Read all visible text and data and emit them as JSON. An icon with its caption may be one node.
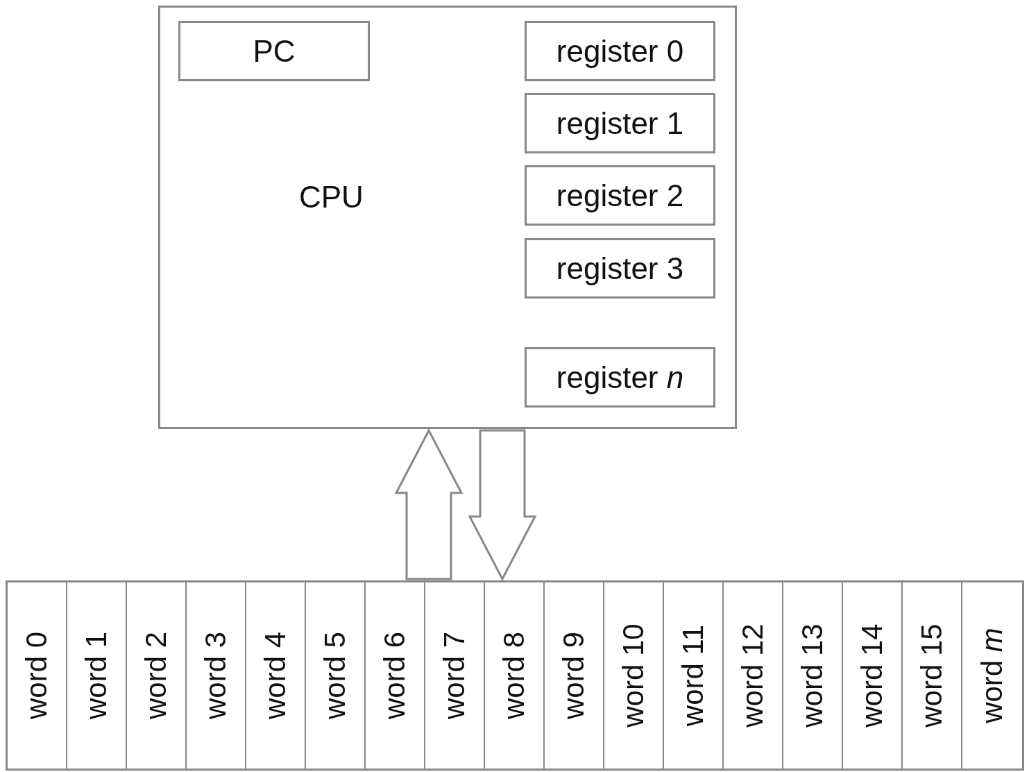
{
  "diagram": {
    "nodes": [
      {
        "text": [
          "CPU"
        ]
      },
      {
        "text": [
          "PC"
        ],
        "in": 0
      },
      {
        "text": [
          "register 0"
        ],
        "in": 0
      },
      {
        "text": [
          "register 1"
        ],
        "in": 0
      },
      {
        "text": [
          "register 2"
        ],
        "in": 0
      },
      {
        "text": [
          "register 3"
        ],
        "in": 0
      },
      {
        "text": [
          "register *n*"
        ],
        "in": 0
      },
      {
        "text": [],
        "shape": "bar"
      },
      {
        "text": [
          "word 0"
        ],
        "in": 7
      },
      {
        "text": [
          "word 1"
        ],
        "in": 7
      },
      {
        "text": [
          "word 2"
        ],
        "in": 7
      },
      {
        "text": [
          "word 3"
        ],
        "in": 7
      },
      {
        "text": [
          "word 4"
        ],
        "in": 7
      },
      {
        "text": [
          "word 5"
        ],
        "in": 7
      },
      {
        "text": [
          "word 6"
        ],
        "in": 7
      },
      {
        "text": [
          "word 7"
        ],
        "in": 7
      },
      {
        "text": [
          "word 8"
        ],
        "in": 7
      },
      {
        "text": [
          "word 9"
        ],
        "in": 7
      },
      {
        "text": [
          "word 10"
        ],
        "in": 7
      },
      {
        "text": [
          "word 11"
        ],
        "in": 7
      },
      {
        "text": [
          "word 12"
        ],
        "in": 7
      },
      {
        "text": [
          "word 13"
        ],
        "in": 7
      },
      {
        "text": [
          "word 14"
        ],
        "in": 7
      },
      {
        "text": [
          "word 15"
        ],
        "in": 7
      },
      {
        "text": [
          "word *m*"
        ],
        "in": 7
      }
    ],
    "edges": [
      {
        "from": 7,
        "to": 0,
        "arrow": "to",
        "style": "thick"
      },
      {
        "from": 0,
        "to": 7,
        "arrow": "to",
        "style": "thick"
      }
    ]
  }
}
